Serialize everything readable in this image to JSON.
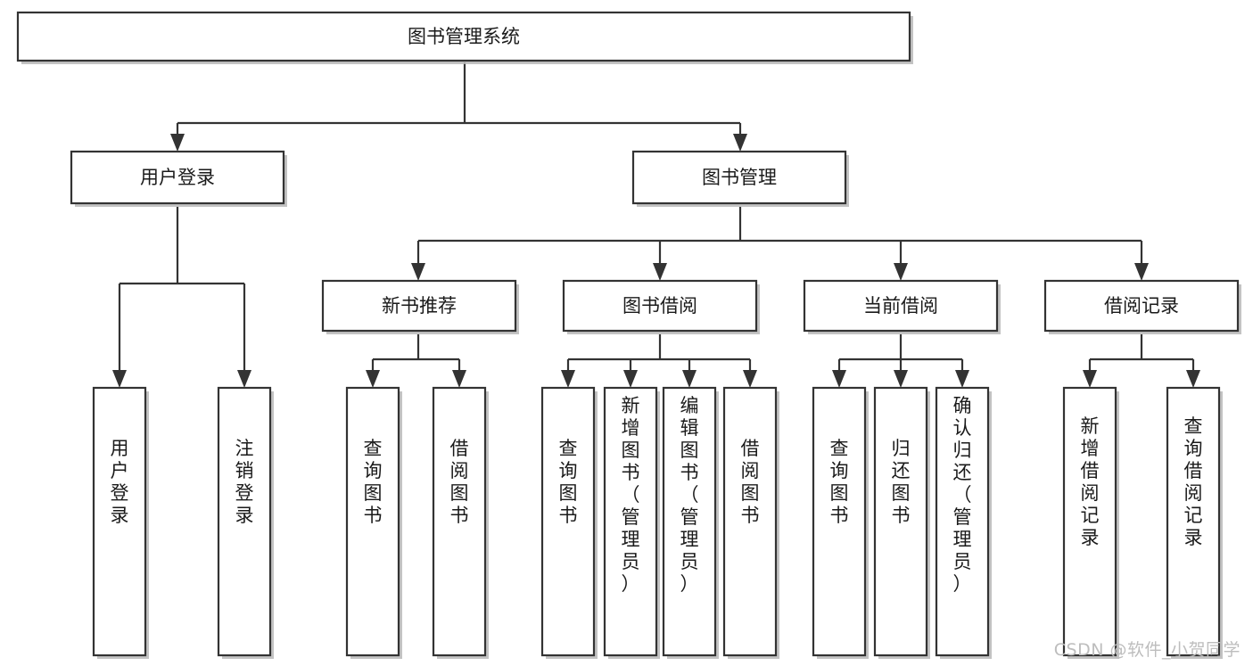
{
  "diagram": {
    "title": "图书管理系统",
    "type": "tree-hierarchy",
    "watermark": "CSDN @软件_小贺同学",
    "colors": {
      "stroke": "#333333",
      "fill": "#ffffff",
      "text": "#1a1a1a",
      "shadow": "#b9b9b9",
      "watermark": "#bdbdbd"
    },
    "root": {
      "label": "图书管理系统"
    },
    "level2": [
      {
        "label": "用户登录"
      },
      {
        "label": "图书管理"
      }
    ],
    "level3": [
      {
        "label": "新书推荐"
      },
      {
        "label": "图书借阅"
      },
      {
        "label": "当前借阅"
      },
      {
        "label": "借阅记录"
      }
    ],
    "leaves": {
      "user_login": [
        {
          "label": "用户登录"
        },
        {
          "label": "注销登录"
        }
      ],
      "new_book": [
        {
          "label": "查询图书"
        },
        {
          "label": "借阅图书"
        }
      ],
      "book_borrow": [
        {
          "label": "查询图书"
        },
        {
          "label": "新增图书（管理员）"
        },
        {
          "label": "编辑图书（管理员）"
        },
        {
          "label": "借阅图书"
        }
      ],
      "current_borrow": [
        {
          "label": "查询图书"
        },
        {
          "label": "归还图书"
        },
        {
          "label": "确认归还（管理员）"
        }
      ],
      "borrow_record": [
        {
          "label": "新增借阅记录"
        },
        {
          "label": "查询借阅记录"
        }
      ]
    }
  }
}
